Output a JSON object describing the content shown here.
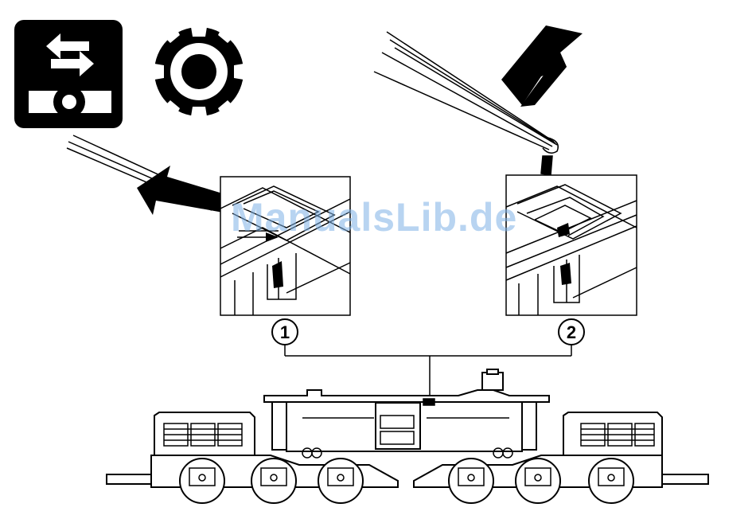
{
  "callouts": [
    {
      "number": "1"
    },
    {
      "number": "2"
    }
  ],
  "watermark": "ManualsLib.de",
  "icons": {
    "function_icon": "swap-arrows-with-gear-icon",
    "gear_icon": "cog-wheel-icon",
    "insert_arrow": "insert-arrow-icon",
    "lift_arrow": "lift-up-arrow-icon",
    "tool": "tweezers-icon"
  },
  "colors": {
    "ink": "#000000",
    "paper": "#ffffff",
    "watermark": "#7fb2e6"
  }
}
